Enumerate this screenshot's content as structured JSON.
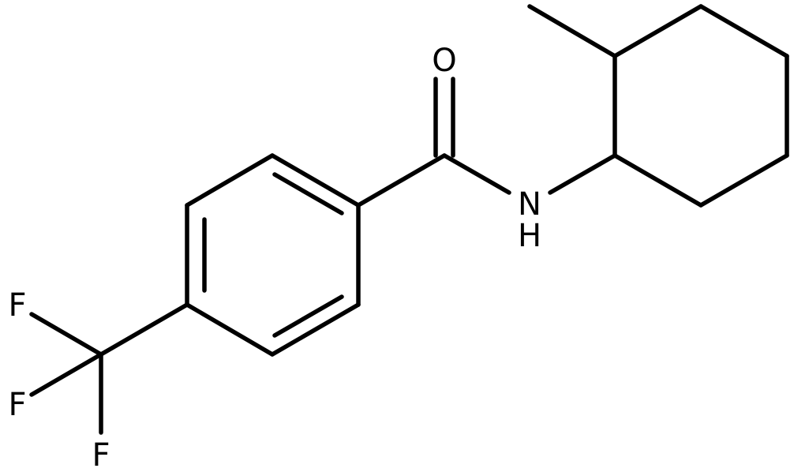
{
  "structure": {
    "atoms": {
      "oxygen": "O",
      "nitrogen": "N",
      "hydrogen": "H",
      "fluorine_1": "F",
      "fluorine_2": "F",
      "fluorine_3": "F"
    }
  },
  "colors": {
    "bond": "#000000",
    "label": "#000000",
    "background": "#ffffff"
  }
}
